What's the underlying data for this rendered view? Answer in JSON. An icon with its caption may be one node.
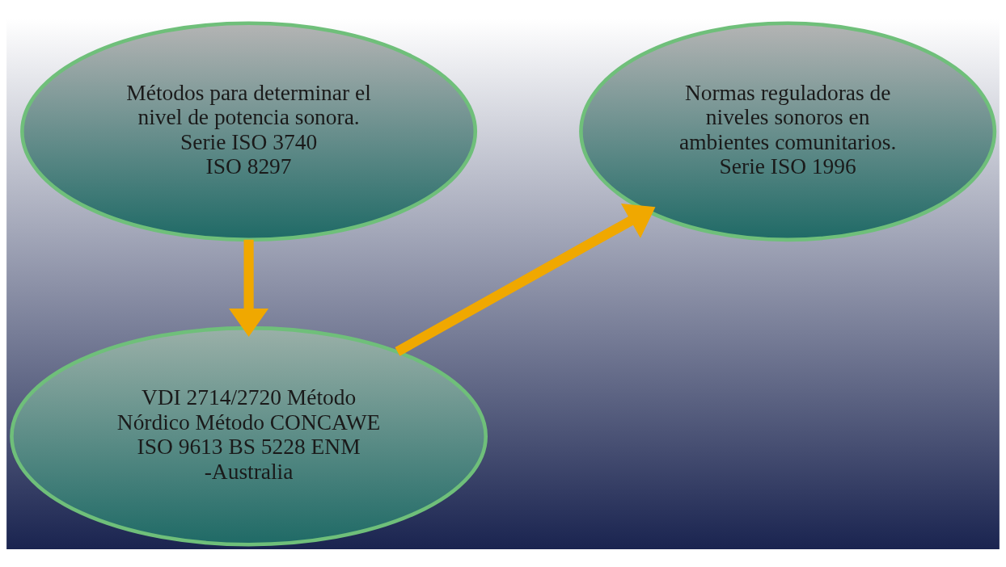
{
  "diagram": {
    "nodes": [
      {
        "text": [
          "Métodos para determinar el nivel de potencia sonora.",
          "Serie ISO 3740",
          "ISO 8297"
        ]
      },
      {
        "text": [
          "Normas reguladoras de niveles sonoros en ambientes comunitarios.",
          "Serie ISO 1996"
        ]
      },
      {
        "text": [
          "VDI 2714/2720 Método Nórdico Método CONCAWE",
          "ISO 9613 BS 5228 ENM -Australia"
        ]
      }
    ],
    "edges": [
      {
        "from": 0,
        "to": 2,
        "arrow": "to"
      },
      {
        "from": 2,
        "to": 1,
        "arrow": "to"
      }
    ]
  }
}
